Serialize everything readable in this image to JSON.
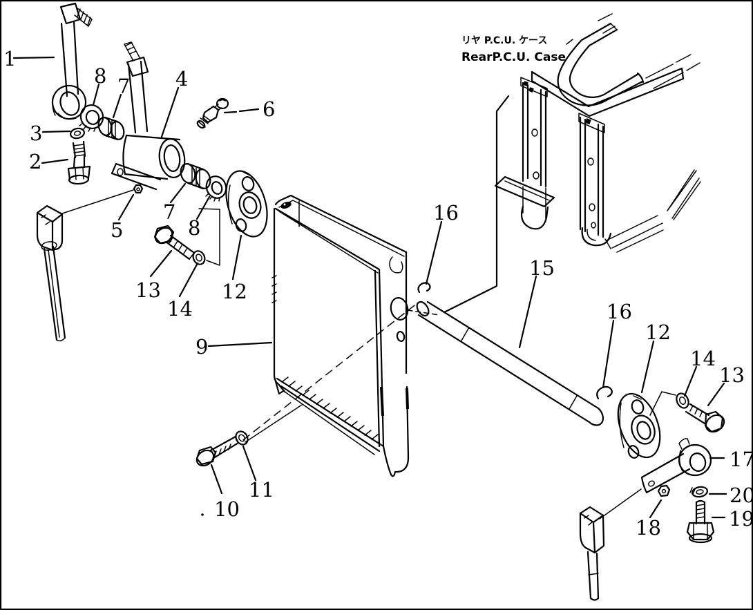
{
  "diagram": {
    "type": "exploded-parts-diagram",
    "background": "#ffffff",
    "line_color": "#000000",
    "labels": {
      "case_jp": "リヤ P.C.U. ケース",
      "case_en": "RearP.C.U. Case"
    },
    "callouts": [
      {
        "num": "1"
      },
      {
        "num": "2"
      },
      {
        "num": "3"
      },
      {
        "num": "4"
      },
      {
        "num": "5"
      },
      {
        "num": "6"
      },
      {
        "num": "7"
      },
      {
        "num": "8"
      },
      {
        "num": "7"
      },
      {
        "num": "8"
      },
      {
        "num": "9"
      },
      {
        "num": "10"
      },
      {
        "num": "11"
      },
      {
        "num": "12"
      },
      {
        "num": "13"
      },
      {
        "num": "14"
      },
      {
        "num": "15"
      },
      {
        "num": "16"
      },
      {
        "num": "16"
      },
      {
        "num": "12"
      },
      {
        "num": "13"
      },
      {
        "num": "14"
      },
      {
        "num": "17"
      },
      {
        "num": "18"
      },
      {
        "num": "19"
      },
      {
        "num": "20"
      }
    ]
  }
}
